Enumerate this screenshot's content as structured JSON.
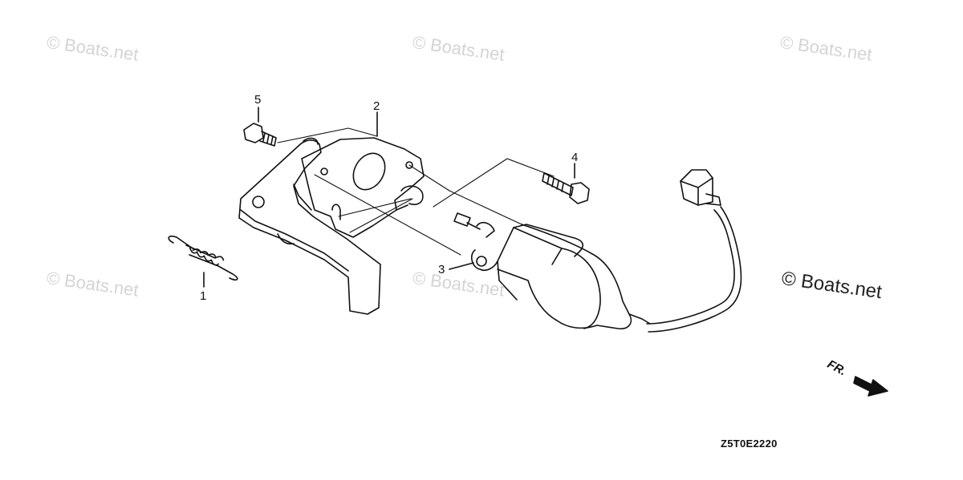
{
  "watermarks": {
    "top_left": "© Boats.net",
    "top_center": "© Boats.net",
    "top_right": "© Boats.net",
    "mid_left": "© Boats.net",
    "mid_center": "© Boats.net",
    "mid_right": "© Boats.net"
  },
  "callouts": {
    "part_1": "1",
    "part_2": "2",
    "part_3": "3",
    "part_4": "4",
    "part_5": "5"
  },
  "direction_label": "FR.",
  "diagram_code": "Z5T0E2220",
  "colors": {
    "line": "#111111",
    "watermark": "#d4d4d4",
    "background": "#ffffff"
  }
}
